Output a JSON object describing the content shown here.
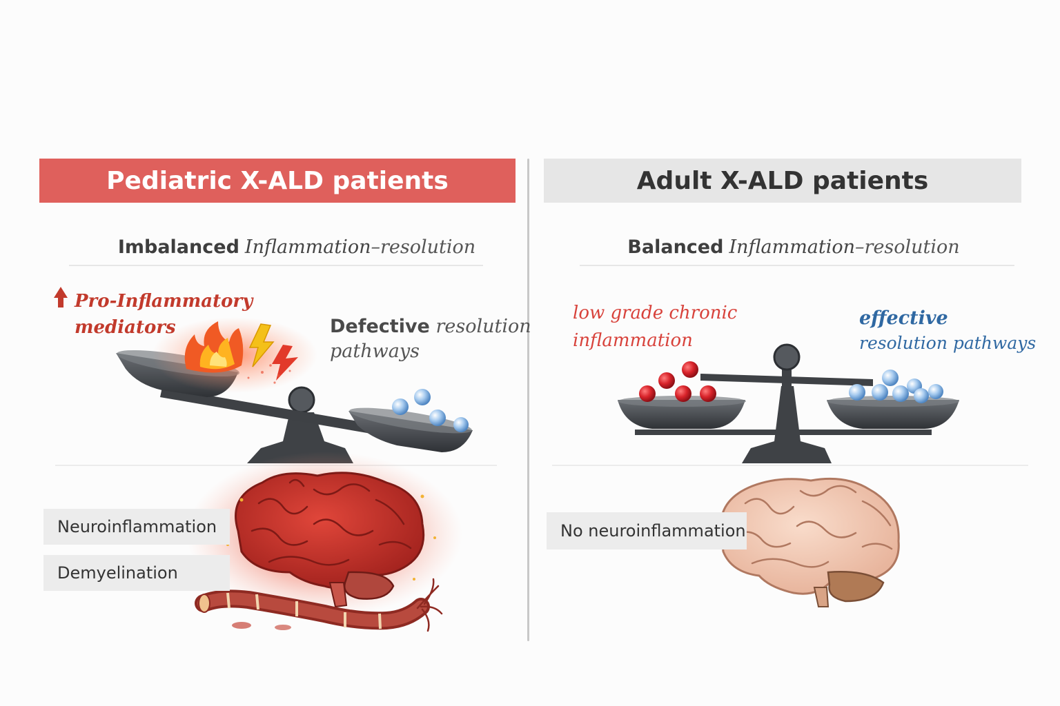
{
  "left_panel": {
    "header": "Pediatric X-ALD patients",
    "subtitle_bold": "Imbalanced",
    "subtitle_italic": "Inflammation",
    "subtitle_rest": "–resolution",
    "pro_line1": "Pro-Inflammatory",
    "pro_line2": "mediators",
    "defective_word": "Defective",
    "defective_rest": "resolution",
    "defective_line2": "pathways",
    "tag1": "Neuroinflammation",
    "tag2": "Demyelination"
  },
  "right_panel": {
    "header": "Adult X-ALD patients",
    "subtitle_bold": "Balanced",
    "subtitle_italic": "Inflammation",
    "subtitle_rest": "–resolution",
    "lowgrade_line1": "low grade chronic",
    "lowgrade_line2": "inflammation",
    "effective_line1": "effective",
    "effective_line2": "resolution pathways",
    "tag1": "No neuroinflammation"
  },
  "colors": {
    "pediatric_header": "#df605c",
    "adult_header": "#e6e6e6",
    "pro_inflammatory": "#c23a2c",
    "resolution_blue": "#2f68a2",
    "red_ball": "#d8232a",
    "blue_ball": "#8fb8e6"
  },
  "icons": {
    "arrow": "up-arrow-icon",
    "fire": "fire-icon",
    "lightning": "lightning-icon",
    "scale": "balance-scale-icon",
    "brain_inflamed": "inflamed-brain-icon",
    "brain_healthy": "healthy-brain-icon",
    "axon": "demyelinated-axon-icon"
  }
}
